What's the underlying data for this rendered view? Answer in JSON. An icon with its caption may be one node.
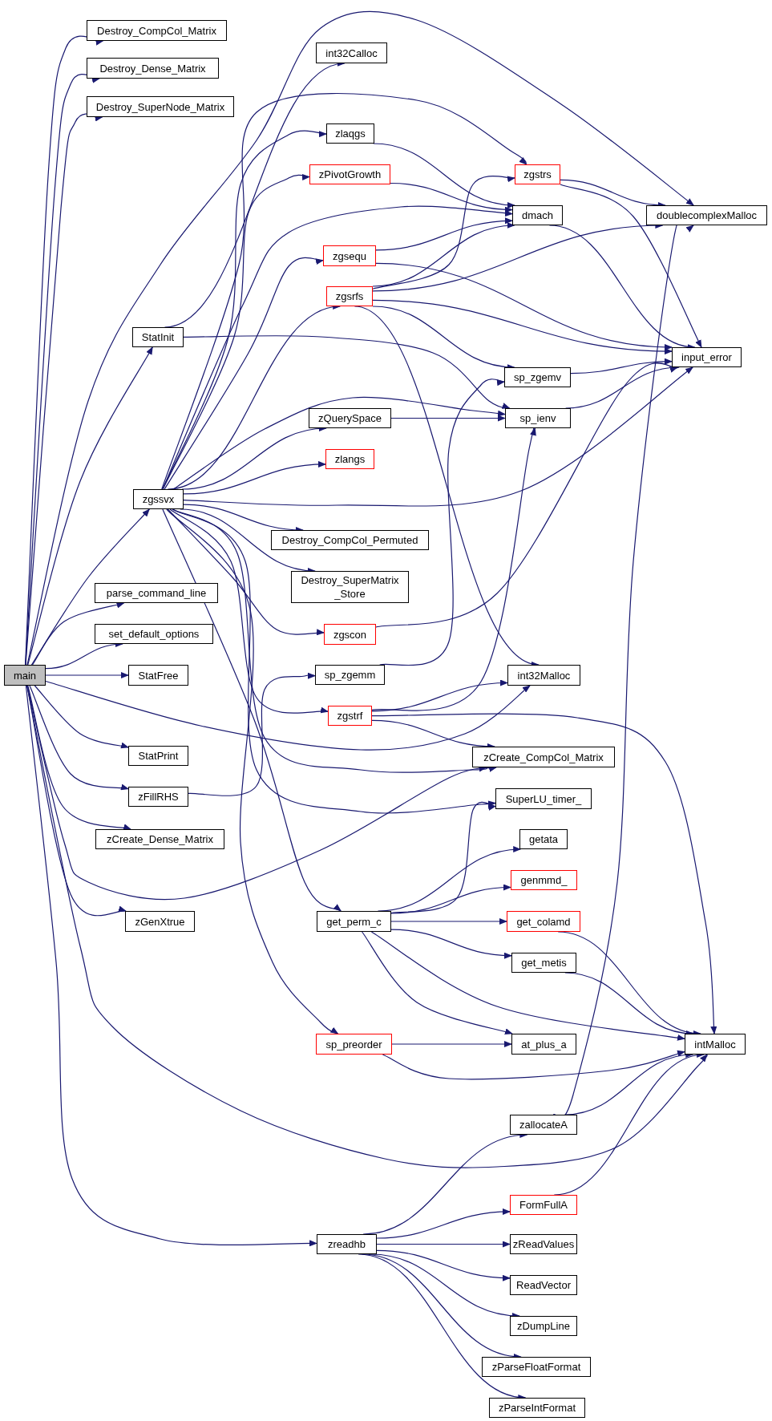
{
  "diagram": {
    "nodes": [
      {
        "text": [
          "main"
        ]
      },
      {
        "text": [
          "Destroy_CompCol_Matrix"
        ]
      },
      {
        "text": [
          "Destroy_Dense_Matrix"
        ]
      },
      {
        "text": [
          "Destroy_SuperNode_Matrix"
        ]
      },
      {
        "text": [
          "int32Calloc"
        ]
      },
      {
        "text": [
          "zlaqgs"
        ]
      },
      {
        "text": [
          "zgstrs"
        ]
      },
      {
        "text": [
          "zPivotGrowth"
        ]
      },
      {
        "text": [
          "dmach"
        ]
      },
      {
        "text": [
          "doublecomplexMalloc"
        ]
      },
      {
        "text": [
          "zgsequ"
        ]
      },
      {
        "text": [
          "zgsrfs"
        ]
      },
      {
        "text": [
          "StatInit"
        ]
      },
      {
        "text": [
          "input_error"
        ]
      },
      {
        "text": [
          "sp_zgemv"
        ]
      },
      {
        "text": [
          "sp_ienv"
        ]
      },
      {
        "text": [
          "zQuerySpace"
        ]
      },
      {
        "text": [
          "zlangs"
        ]
      },
      {
        "text": [
          "zgssvx"
        ]
      },
      {
        "text": [
          "Destroy_CompCol_Permuted"
        ]
      },
      {
        "text": [
          "Destroy_SuperMatrix _Store"
        ]
      },
      {
        "text": [
          "parse_command_line"
        ]
      },
      {
        "text": [
          "zgscon"
        ]
      },
      {
        "text": [
          "set_default_options"
        ]
      },
      {
        "text": [
          "StatFree"
        ]
      },
      {
        "text": [
          "sp_zgemm"
        ]
      },
      {
        "text": [
          "int32Malloc"
        ]
      },
      {
        "text": [
          "zgstrf"
        ]
      },
      {
        "text": [
          "StatPrint"
        ]
      },
      {
        "text": [
          "zCreate_CompCol_Matrix"
        ]
      },
      {
        "text": [
          "zFillRHS"
        ]
      },
      {
        "text": [
          "SuperLU_timer_"
        ]
      },
      {
        "text": [
          "zCreate_Dense_Matrix"
        ]
      },
      {
        "text": [
          "getata"
        ]
      },
      {
        "text": [
          "genmmd_"
        ]
      },
      {
        "text": [
          "zGenXtrue"
        ]
      },
      {
        "text": [
          "get_perm_c"
        ]
      },
      {
        "text": [
          "get_colamd"
        ]
      },
      {
        "text": [
          "get_metis"
        ]
      },
      {
        "text": [
          "sp_preorder"
        ]
      },
      {
        "text": [
          "at_plus_a"
        ]
      },
      {
        "text": [
          "intMalloc"
        ]
      },
      {
        "text": [
          "zallocateA"
        ]
      },
      {
        "text": [
          "FormFullA"
        ]
      },
      {
        "text": [
          "zreadhb"
        ]
      },
      {
        "text": [
          "zReadValues"
        ]
      },
      {
        "text": [
          "ReadVector"
        ]
      },
      {
        "text": [
          "zDumpLine"
        ]
      },
      {
        "text": [
          "zParseFloatFormat"
        ]
      },
      {
        "text": [
          "zParseIntFormat"
        ]
      }
    ],
    "edges": [
      {
        "from": 0,
        "to": 1,
        "arrow": "to"
      },
      {
        "from": 0,
        "to": 2,
        "arrow": "to"
      },
      {
        "from": 0,
        "to": 3,
        "arrow": "to"
      },
      {
        "from": 0,
        "to": 9,
        "arrow": "to"
      },
      {
        "from": 0,
        "to": 12,
        "arrow": "to"
      },
      {
        "from": 0,
        "to": 18,
        "arrow": "to"
      },
      {
        "from": 0,
        "to": 21,
        "arrow": "to"
      },
      {
        "from": 0,
        "to": 23,
        "arrow": "to"
      },
      {
        "from": 0,
        "to": 24,
        "arrow": "to"
      },
      {
        "from": 0,
        "to": 26,
        "arrow": "to"
      },
      {
        "from": 0,
        "to": 28,
        "arrow": "to"
      },
      {
        "from": 0,
        "to": 30,
        "arrow": "to"
      },
      {
        "from": 0,
        "to": 32,
        "arrow": "to"
      },
      {
        "from": 0,
        "to": 29,
        "arrow": "to"
      },
      {
        "from": 0,
        "to": 35,
        "arrow": "to"
      },
      {
        "from": 0,
        "to": 41,
        "arrow": "to"
      },
      {
        "from": 0,
        "to": 44,
        "arrow": "to"
      },
      {
        "from": 12,
        "to": 4,
        "arrow": "to"
      },
      {
        "from": 12,
        "to": 15,
        "arrow": "to"
      },
      {
        "from": 18,
        "to": 5,
        "arrow": "to"
      },
      {
        "from": 18,
        "to": 6,
        "arrow": "to"
      },
      {
        "from": 18,
        "to": 7,
        "arrow": "to"
      },
      {
        "from": 18,
        "to": 8,
        "arrow": "to"
      },
      {
        "from": 18,
        "to": 10,
        "arrow": "to"
      },
      {
        "from": 18,
        "to": 11,
        "arrow": "to"
      },
      {
        "from": 18,
        "to": 15,
        "arrow": "to"
      },
      {
        "from": 18,
        "to": 16,
        "arrow": "to"
      },
      {
        "from": 18,
        "to": 17,
        "arrow": "to"
      },
      {
        "from": 18,
        "to": 13,
        "arrow": "to"
      },
      {
        "from": 18,
        "to": 19,
        "arrow": "to"
      },
      {
        "from": 18,
        "to": 20,
        "arrow": "to"
      },
      {
        "from": 18,
        "to": 22,
        "arrow": "to"
      },
      {
        "from": 18,
        "to": 27,
        "arrow": "to"
      },
      {
        "from": 18,
        "to": 29,
        "arrow": "to"
      },
      {
        "from": 18,
        "to": 31,
        "arrow": "to"
      },
      {
        "from": 18,
        "to": 36,
        "arrow": "to"
      },
      {
        "from": 18,
        "to": 39,
        "arrow": "to"
      },
      {
        "from": 5,
        "to": 8,
        "arrow": "to"
      },
      {
        "from": 7,
        "to": 8,
        "arrow": "to"
      },
      {
        "from": 10,
        "to": 8,
        "arrow": "to"
      },
      {
        "from": 10,
        "to": 13,
        "arrow": "to"
      },
      {
        "from": 11,
        "to": 6,
        "arrow": "to"
      },
      {
        "from": 11,
        "to": 8,
        "arrow": "to"
      },
      {
        "from": 11,
        "to": 9,
        "arrow": "to"
      },
      {
        "from": 11,
        "to": 13,
        "arrow": "to"
      },
      {
        "from": 11,
        "to": 14,
        "arrow": "to"
      },
      {
        "from": 11,
        "to": 26,
        "arrow": "to"
      },
      {
        "from": 6,
        "to": 9,
        "arrow": "to"
      },
      {
        "from": 6,
        "to": 13,
        "arrow": "to"
      },
      {
        "from": 8,
        "to": 13,
        "arrow": "to"
      },
      {
        "from": 14,
        "to": 13,
        "arrow": "to"
      },
      {
        "from": 15,
        "to": 13,
        "arrow": "to"
      },
      {
        "from": 22,
        "to": 13,
        "arrow": "to"
      },
      {
        "from": 16,
        "to": 15,
        "arrow": "to"
      },
      {
        "from": 25,
        "to": 14,
        "arrow": "to"
      },
      {
        "from": 27,
        "to": 15,
        "arrow": "to"
      },
      {
        "from": 27,
        "to": 26,
        "arrow": "to"
      },
      {
        "from": 27,
        "to": 29,
        "arrow": "to"
      },
      {
        "from": 27,
        "to": 41,
        "arrow": "to"
      },
      {
        "from": 30,
        "to": 25,
        "arrow": "to"
      },
      {
        "from": 36,
        "to": 31,
        "arrow": "to"
      },
      {
        "from": 36,
        "to": 33,
        "arrow": "to"
      },
      {
        "from": 36,
        "to": 34,
        "arrow": "to"
      },
      {
        "from": 36,
        "to": 37,
        "arrow": "to"
      },
      {
        "from": 36,
        "to": 38,
        "arrow": "to"
      },
      {
        "from": 36,
        "to": 40,
        "arrow": "to"
      },
      {
        "from": 36,
        "to": 41,
        "arrow": "to"
      },
      {
        "from": 37,
        "to": 41,
        "arrow": "to"
      },
      {
        "from": 38,
        "to": 41,
        "arrow": "to"
      },
      {
        "from": 39,
        "to": 40,
        "arrow": "to"
      },
      {
        "from": 39,
        "to": 41,
        "arrow": "to"
      },
      {
        "from": 42,
        "to": 9,
        "arrow": "to"
      },
      {
        "from": 42,
        "to": 41,
        "arrow": "to"
      },
      {
        "from": 43,
        "to": 41,
        "arrow": "to"
      },
      {
        "from": 44,
        "to": 42,
        "arrow": "to"
      },
      {
        "from": 44,
        "to": 43,
        "arrow": "to"
      },
      {
        "from": 44,
        "to": 45,
        "arrow": "to"
      },
      {
        "from": 44,
        "to": 46,
        "arrow": "to"
      },
      {
        "from": 44,
        "to": 47,
        "arrow": "to"
      },
      {
        "from": 44,
        "to": 48,
        "arrow": "to"
      },
      {
        "from": 44,
        "to": 49,
        "arrow": "to"
      }
    ]
  }
}
